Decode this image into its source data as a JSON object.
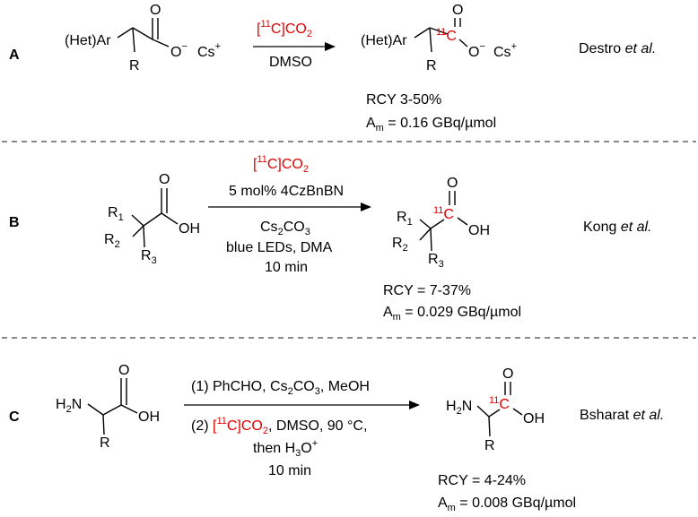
{
  "colors": {
    "label_highlight": "#e00000",
    "text": "#000000"
  },
  "panels": [
    {
      "id": "A",
      "reactant": {
        "aryl": "(Het)Ar",
        "r": "R",
        "oxygen_top": "O",
        "oxygen_minus": "O",
        "minus": "−",
        "counterion": "Cs",
        "plus": "+"
      },
      "conditions": {
        "above": {
          "reagent_open": "[",
          "isotope": "11",
          "reagent_rest": "C]CO",
          "sub": "2"
        },
        "below": [
          "DMSO"
        ]
      },
      "product": {
        "aryl": "(Het)Ar",
        "isotope": "11",
        "carbon": "C",
        "r": "R",
        "oxygen_top": "O",
        "oxygen_minus": "O",
        "minus": "−",
        "counterion": "Cs",
        "plus": "+"
      },
      "yield": "RCY 3-50%",
      "activity": {
        "a": "A",
        "sub": "m",
        "value": " = 0.16 GBq/µmol"
      },
      "ref": {
        "author": "Destro ",
        "etal": "et al."
      }
    },
    {
      "id": "B",
      "reactant": {
        "r1": "R",
        "r1_sub": "1",
        "r2": "R",
        "r2_sub": "2",
        "r3": "R",
        "r3_sub": "3",
        "oxygen_top": "O",
        "oh": "OH"
      },
      "conditions": {
        "above": [
          {
            "reagent_open": "[",
            "isotope": "11",
            "reagent_rest": "C]CO",
            "sub": "2"
          },
          "5 mol% 4CzBnBN"
        ],
        "below": [
          {
            "base": "Cs",
            "sub1": "2",
            "mid": "CO",
            "sub2": "3"
          },
          "blue LEDs, DMA",
          "10 min"
        ]
      },
      "product": {
        "r1": "R",
        "r1_sub": "1",
        "r2": "R",
        "r2_sub": "2",
        "r3": "R",
        "r3_sub": "3",
        "isotope": "11",
        "carbon": "C",
        "oxygen_top": "O",
        "oh": "OH"
      },
      "yield": "RCY = 7-37%",
      "activity": {
        "a": "A",
        "sub": "m",
        "value": " = 0.029 GBq/µmol"
      },
      "ref": {
        "author": "Kong ",
        "etal": "et al."
      }
    },
    {
      "id": "C",
      "reactant": {
        "amine": "H",
        "amine_sub": "2",
        "amine_n": "N",
        "oxygen_top": "O",
        "oh": "OH",
        "r": "R"
      },
      "conditions": {
        "above": {
          "step": "(1) PhCHO, Cs",
          "sub1": "2",
          "mid": "CO",
          "sub2": "3",
          "end": ", MeOH"
        },
        "below": [
          {
            "step": "(2) ",
            "reagent_open": "[",
            "isotope": "11",
            "reagent_rest": "C]CO",
            "sub": "2",
            "end": ", DMSO, 90 °C,"
          },
          {
            "prefix": "then H",
            "sub": "3",
            "mid": "O",
            "sup": "+"
          },
          "10 min"
        ]
      },
      "product": {
        "amine": "H",
        "amine_sub": "2",
        "amine_n": "N",
        "isotope": "11",
        "carbon": "C",
        "oxygen_top": "O",
        "oh": "OH",
        "r": "R"
      },
      "yield": "RCY = 4-24%",
      "activity": {
        "a": "A",
        "sub": "m",
        "value": " = 0.008 GBq/µmol"
      },
      "ref": {
        "author": "Bsharat ",
        "etal": "et al."
      }
    }
  ]
}
